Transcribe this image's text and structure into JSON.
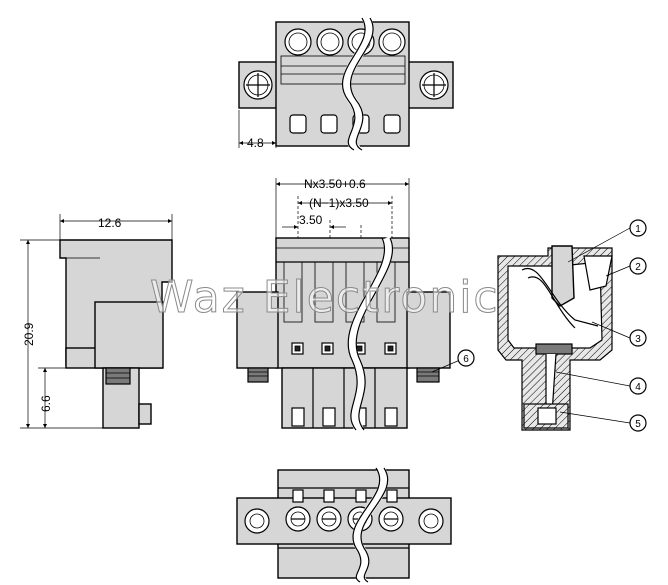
{
  "watermark": "Waz Electronic",
  "dimensions": {
    "top_offset": "4.8",
    "overall_width": "Nx3.50+0.6",
    "pitch_total": "(N−1)x3.50",
    "pitch": "3.50",
    "depth": "12.6",
    "height": "20.9",
    "pin_length": "6.6"
  },
  "callouts": [
    "1",
    "2",
    "3",
    "4",
    "5",
    "6"
  ]
}
